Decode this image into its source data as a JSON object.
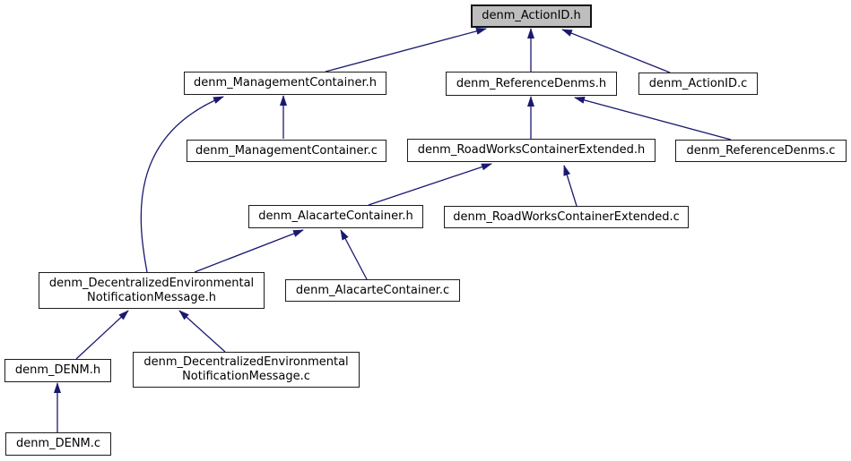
{
  "diagram": {
    "kind": "doxygen-included-by-dependency-graph",
    "colors": {
      "background": "#ffffff",
      "edge": "#191970",
      "node_border": "#1c1c1c",
      "node_fill": "#ffffff",
      "highlight_fill": "#bebebe",
      "text": "#000000"
    },
    "nodes": [
      {
        "id": "denm_ActionID.h",
        "label": "denm_ActionID.h",
        "lines": [
          "denm_ActionID.h"
        ],
        "highlighted": true
      },
      {
        "id": "denm_ManagementContainer.h",
        "label": "denm_ManagementContainer.h",
        "lines": [
          "denm_ManagementContainer.h"
        ],
        "highlighted": false
      },
      {
        "id": "denm_ReferenceDenms.h",
        "label": "denm_ReferenceDenms.h",
        "lines": [
          "denm_ReferenceDenms.h"
        ],
        "highlighted": false
      },
      {
        "id": "denm_ActionID.c",
        "label": "denm_ActionID.c",
        "lines": [
          "denm_ActionID.c"
        ],
        "highlighted": false
      },
      {
        "id": "denm_ManagementContainer.c",
        "label": "denm_ManagementContainer.c",
        "lines": [
          "denm_ManagementContainer.c"
        ],
        "highlighted": false
      },
      {
        "id": "denm_RoadWorksContainerExtended.h",
        "label": "denm_RoadWorksContainerExtended.h",
        "lines": [
          "denm_RoadWorksContainerExtended.h"
        ],
        "highlighted": false
      },
      {
        "id": "denm_ReferenceDenms.c",
        "label": "denm_ReferenceDenms.c",
        "lines": [
          "denm_ReferenceDenms.c"
        ],
        "highlighted": false
      },
      {
        "id": "denm_AlacarteContainer.h",
        "label": "denm_AlacarteContainer.h",
        "lines": [
          "denm_AlacarteContainer.h"
        ],
        "highlighted": false
      },
      {
        "id": "denm_RoadWorksContainerExtended.c",
        "label": "denm_RoadWorksContainerExtended.c",
        "lines": [
          "denm_RoadWorksContainerExtended.c"
        ],
        "highlighted": false
      },
      {
        "id": "denm_DecentralizedEnvironmentalNotificationMessage.h",
        "label": "denm_DecentralizedEnvironmentalNotificationMessage.h",
        "lines": [
          "denm_DecentralizedEnvironmental",
          "NotificationMessage.h"
        ],
        "highlighted": false
      },
      {
        "id": "denm_AlacarteContainer.c",
        "label": "denm_AlacarteContainer.c",
        "lines": [
          "denm_AlacarteContainer.c"
        ],
        "highlighted": false
      },
      {
        "id": "denm_DENM.h",
        "label": "denm_DENM.h",
        "lines": [
          "denm_DENM.h"
        ],
        "highlighted": false
      },
      {
        "id": "denm_DecentralizedEnvironmentalNotificationMessage.c",
        "label": "denm_DecentralizedEnvironmentalNotificationMessage.c",
        "lines": [
          "denm_DecentralizedEnvironmental",
          "NotificationMessage.c"
        ],
        "highlighted": false
      },
      {
        "id": "denm_DENM.c",
        "label": "denm_DENM.c",
        "lines": [
          "denm_DENM.c"
        ],
        "highlighted": false
      }
    ],
    "edges": [
      {
        "from": "denm_ManagementContainer.h",
        "to": "denm_ActionID.h"
      },
      {
        "from": "denm_ReferenceDenms.h",
        "to": "denm_ActionID.h"
      },
      {
        "from": "denm_ActionID.c",
        "to": "denm_ActionID.h"
      },
      {
        "from": "denm_ManagementContainer.c",
        "to": "denm_ManagementContainer.h"
      },
      {
        "from": "denm_DecentralizedEnvironmentalNotificationMessage.h",
        "to": "denm_ManagementContainer.h"
      },
      {
        "from": "denm_RoadWorksContainerExtended.h",
        "to": "denm_ReferenceDenms.h"
      },
      {
        "from": "denm_ReferenceDenms.c",
        "to": "denm_ReferenceDenms.h"
      },
      {
        "from": "denm_AlacarteContainer.h",
        "to": "denm_RoadWorksContainerExtended.h"
      },
      {
        "from": "denm_RoadWorksContainerExtended.c",
        "to": "denm_RoadWorksContainerExtended.h"
      },
      {
        "from": "denm_DecentralizedEnvironmentalNotificationMessage.h",
        "to": "denm_AlacarteContainer.h"
      },
      {
        "from": "denm_AlacarteContainer.c",
        "to": "denm_AlacarteContainer.h"
      },
      {
        "from": "denm_DENM.h",
        "to": "denm_DecentralizedEnvironmentalNotificationMessage.h"
      },
      {
        "from": "denm_DecentralizedEnvironmentalNotificationMessage.c",
        "to": "denm_DecentralizedEnvironmentalNotificationMessage.h"
      },
      {
        "from": "denm_DENM.c",
        "to": "denm_DENM.h"
      }
    ]
  }
}
